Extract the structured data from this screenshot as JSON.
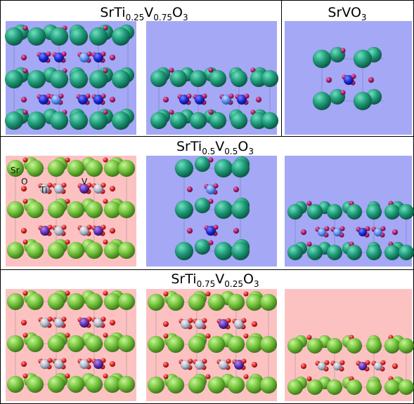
{
  "figure": {
    "rows": [
      {
        "titles": [
          {
            "base": "SrTi",
            "sub1": "0.25",
            "mid": "V",
            "sub2": "0.75",
            "end": "O",
            "sub3": "3"
          },
          {
            "base": "SrVO",
            "sub1": "3",
            "mid": "",
            "sub2": "",
            "end": "",
            "sub3": ""
          }
        ]
      },
      {
        "titles": [
          {
            "base": "SrTi",
            "sub1": "0.5",
            "mid": "V",
            "sub2": "0.5",
            "end": "O",
            "sub3": "3"
          }
        ]
      },
      {
        "titles": [
          {
            "base": "SrTi",
            "sub1": "0.75",
            "mid": "V",
            "sub2": "0.25",
            "end": "O",
            "sub3": "3"
          }
        ]
      }
    ],
    "atom_labels": {
      "sr": "Sr",
      "o": "O",
      "ti": "Ti",
      "v": "V"
    },
    "colors": {
      "panel_blue": "#a4a8f5",
      "panel_pink": "#fcc2c2",
      "sr_teal": "#1e9a78",
      "sr_green": "#72c23a",
      "o_red": "#e02020",
      "o_purple": "#b0186a",
      "v_blue": "#1828d8",
      "v_light": "#5a8ef0",
      "ti_gray": "#b4b8c8",
      "v_violet": "#6030b8"
    }
  }
}
